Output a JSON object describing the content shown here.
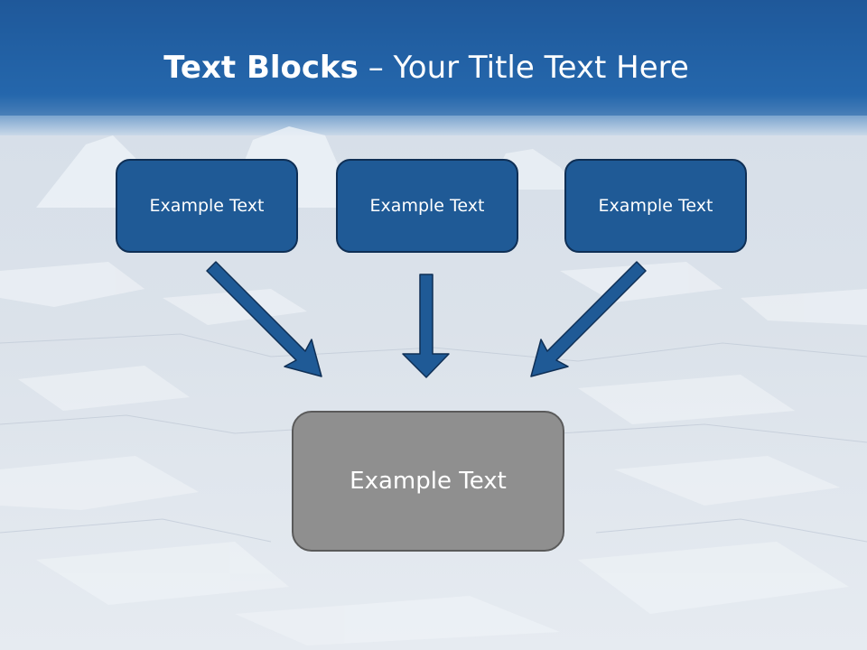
{
  "title": {
    "bold": "Text Blocks",
    "dash": " – ",
    "rest": "Your Title Text Here"
  },
  "boxes": {
    "left": "Example Text",
    "center": "Example Text",
    "right": "Example Text",
    "bottom": "Example Text"
  },
  "colors": {
    "header_blue": "#1f5a96",
    "box_blue": "#1f5a96",
    "box_gray": "#8f8f8f",
    "arrow_blue": "#1f5a96"
  }
}
